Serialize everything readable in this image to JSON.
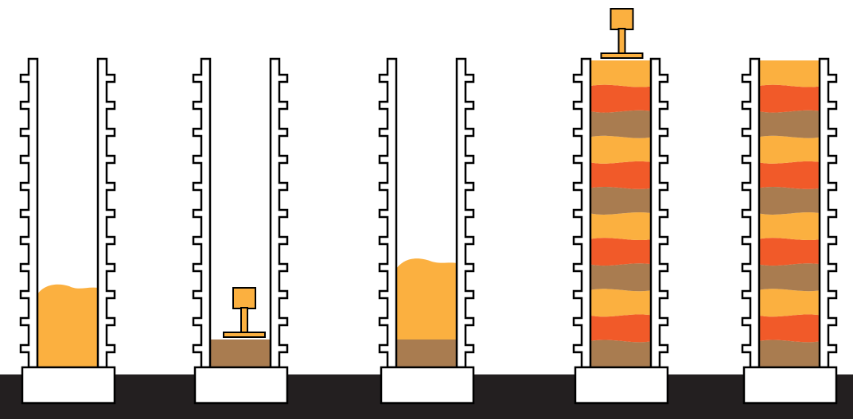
{
  "colors": {
    "background": "#ffffff",
    "ground": "#231f20",
    "outline": "#000000",
    "fill_yellow": "#fbb040",
    "fill_orange": "#f15a29",
    "fill_brown": "#a97c50"
  },
  "stages": [
    {
      "id": "stage-1",
      "description_name": "loose-fill-stage",
      "layers": [
        {
          "material": "loose-yellow",
          "color_key": "fill_yellow",
          "mound": true
        }
      ],
      "tamper": "none"
    },
    {
      "id": "stage-2",
      "description_name": "tamped-layer-stage",
      "layers": [
        {
          "material": "compacted-brown",
          "color_key": "fill_brown"
        }
      ],
      "tamper": "on-layer"
    },
    {
      "id": "stage-3",
      "description_name": "second-fill-stage",
      "layers": [
        {
          "material": "compacted-brown",
          "color_key": "fill_brown"
        },
        {
          "material": "loose-yellow",
          "color_key": "fill_yellow",
          "mound": true
        }
      ],
      "tamper": "none"
    },
    {
      "id": "stage-4",
      "description_name": "full-column-stage",
      "layers": [
        {
          "material": "brown",
          "color_key": "fill_brown"
        },
        {
          "material": "orange",
          "color_key": "fill_orange"
        },
        {
          "material": "yellow",
          "color_key": "fill_yellow"
        },
        {
          "material": "brown",
          "color_key": "fill_brown"
        },
        {
          "material": "orange",
          "color_key": "fill_orange"
        },
        {
          "material": "yellow",
          "color_key": "fill_yellow"
        },
        {
          "material": "brown",
          "color_key": "fill_brown"
        },
        {
          "material": "orange",
          "color_key": "fill_orange"
        },
        {
          "material": "yellow",
          "color_key": "fill_yellow"
        },
        {
          "material": "brown",
          "color_key": "fill_brown"
        },
        {
          "material": "orange",
          "color_key": "fill_orange"
        },
        {
          "material": "yellow",
          "color_key": "fill_yellow"
        }
      ],
      "tamper": "on-top"
    },
    {
      "id": "stage-5",
      "description_name": "finished-column-stage",
      "layers": [
        {
          "material": "brown",
          "color_key": "fill_brown"
        },
        {
          "material": "orange",
          "color_key": "fill_orange"
        },
        {
          "material": "yellow",
          "color_key": "fill_yellow"
        },
        {
          "material": "brown",
          "color_key": "fill_brown"
        },
        {
          "material": "orange",
          "color_key": "fill_orange"
        },
        {
          "material": "yellow",
          "color_key": "fill_yellow"
        },
        {
          "material": "brown",
          "color_key": "fill_brown"
        },
        {
          "material": "orange",
          "color_key": "fill_orange"
        },
        {
          "material": "yellow",
          "color_key": "fill_yellow"
        },
        {
          "material": "brown",
          "color_key": "fill_brown"
        },
        {
          "material": "orange",
          "color_key": "fill_orange"
        },
        {
          "material": "yellow",
          "color_key": "fill_yellow"
        }
      ],
      "tamper": "none"
    }
  ]
}
